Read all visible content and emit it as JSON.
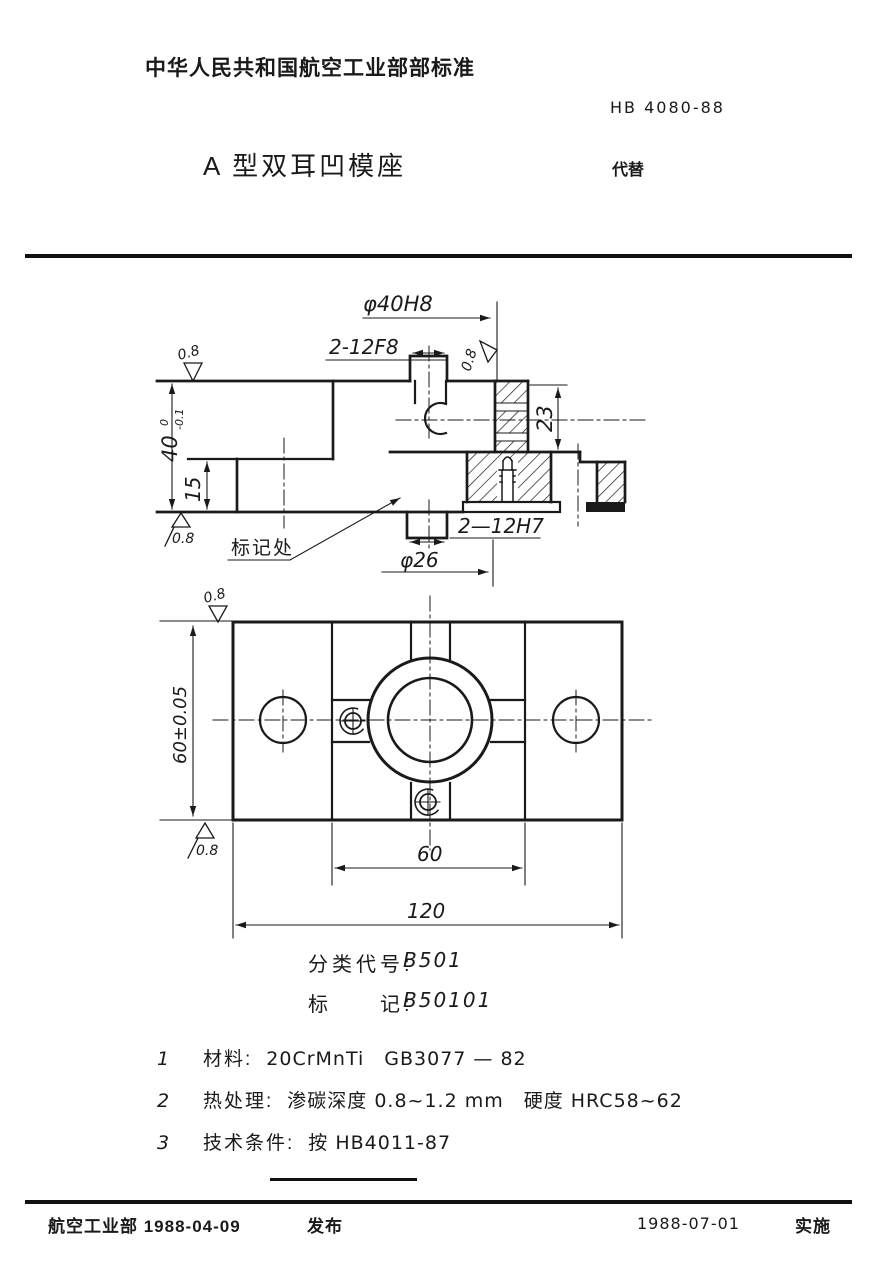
{
  "header": {
    "org": "中华人民共和国航空工业部部标准",
    "standard_no": "HB 4080-88",
    "title": "A 型双耳凹模座",
    "supersedes": "代替"
  },
  "drawing": {
    "front": {
      "dia_bore": "φ40H8",
      "holes_top": "2-12F8",
      "holes_bottom": "2—12H7",
      "dia_boss": "φ26",
      "marking_note": "标记处",
      "height": "40",
      "height_tol_upper": "0",
      "height_tol_lower": "-0.1",
      "step_height": "15",
      "depth": "23",
      "finish": "0.8"
    },
    "plan": {
      "width_tol": "60±0.05",
      "hole_span": "60",
      "length": "120",
      "finish": "0.8"
    }
  },
  "classification": {
    "code_label": "分类代号:",
    "code_value": "B501",
    "marking_label": "标　　记:",
    "marking_value": "B50101"
  },
  "notes": [
    {
      "no": "1",
      "label": "材料:",
      "text": "20CrMnTi　GB3077 — 82"
    },
    {
      "no": "2",
      "label": "热处理:",
      "text": "渗碳深度 0.8~1.2 mm　硬度 HRC58~62"
    },
    {
      "no": "3",
      "label": "技术条件:",
      "text": "按 HB4011-87"
    }
  ],
  "footer": {
    "issuer": "航空工业部 1988-04-09",
    "publish_label": "发布",
    "effective_date": "1988-07-01",
    "implement_label": "实施"
  }
}
